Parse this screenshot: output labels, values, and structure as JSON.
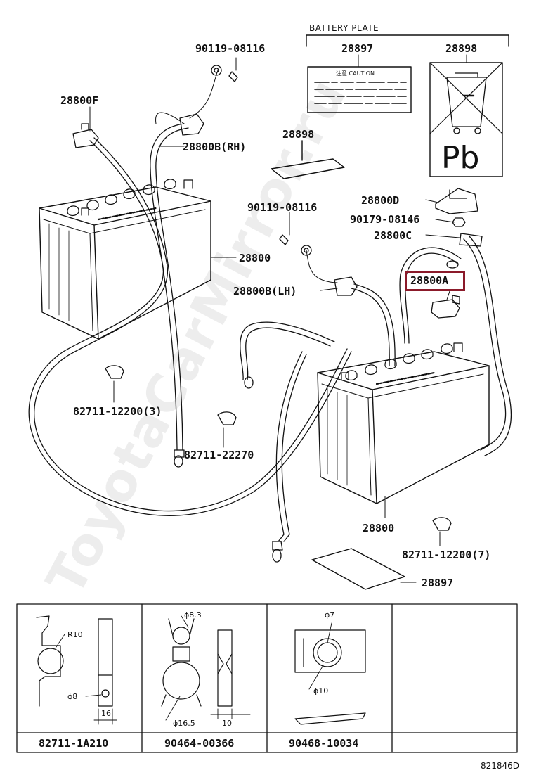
{
  "diagram": {
    "battery_plate_title": "BATTERY PLATE",
    "caution_text": "注意 CAUTION",
    "pb_text": "Pb",
    "watermark": "ToyotaCarMirror.ru",
    "figure_code": "821846D",
    "highlight_color": "#8b1a2a",
    "parts": {
      "p_90119_top": "90119-08116",
      "p_28897_plate": "28897",
      "p_28898_plate": "28898",
      "p_28800F": "28800F",
      "p_28800B_RH": "28800B(RH)",
      "p_28898_mid": "28898",
      "p_28800D": "28800D",
      "p_90119_mid": "90119-08116",
      "p_90179": "90179-08146",
      "p_28800C": "28800C",
      "p_28800_left": "28800",
      "p_28800B_LH": "28800B(LH)",
      "p_28800A": "28800A",
      "p_82711_12200_3": "82711-12200(3)",
      "p_82711_22270": "82711-22270",
      "p_28800_right": "28800",
      "p_82711_12200_7": "82711-12200(7)",
      "p_28897_bottom": "28897"
    },
    "table": {
      "cells": [
        {
          "part": "82711-1A210",
          "dims": [
            "R10",
            "ϕ8",
            "16"
          ]
        },
        {
          "part": "90464-00366",
          "dims": [
            "ϕ8.3",
            "ϕ16.5",
            "10"
          ]
        },
        {
          "part": "90468-10034",
          "dims": [
            "ϕ7",
            "ϕ10"
          ]
        },
        {
          "part": "",
          "dims": []
        }
      ]
    }
  }
}
